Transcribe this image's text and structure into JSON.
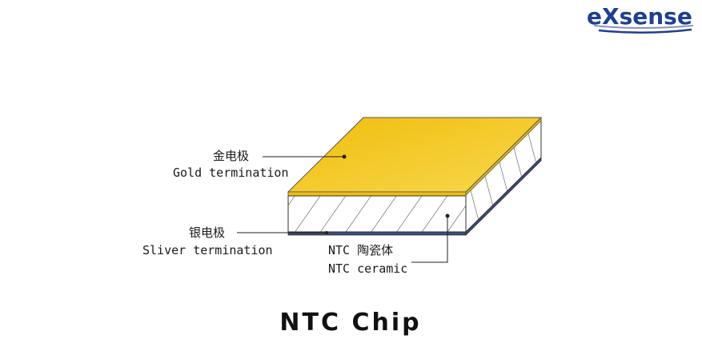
{
  "logo": {
    "text": "eXsense"
  },
  "title": "NTC Chip",
  "labels": {
    "gold_cn": "金电极",
    "gold_en": "Gold termination",
    "silver_cn": "银电极",
    "silver_en": "Sliver termination",
    "ceramic_cn": "NTC 陶瓷体",
    "ceramic_en": "NTC ceramic"
  },
  "colors": {
    "gold": "#f2c318",
    "gold_light": "#f7d64a",
    "ceramic_face": "#ffffff",
    "ceramic_side": "#ffffff",
    "silver": "#3a4a78",
    "logo": "#1f3f8f",
    "outline": "#333333"
  }
}
